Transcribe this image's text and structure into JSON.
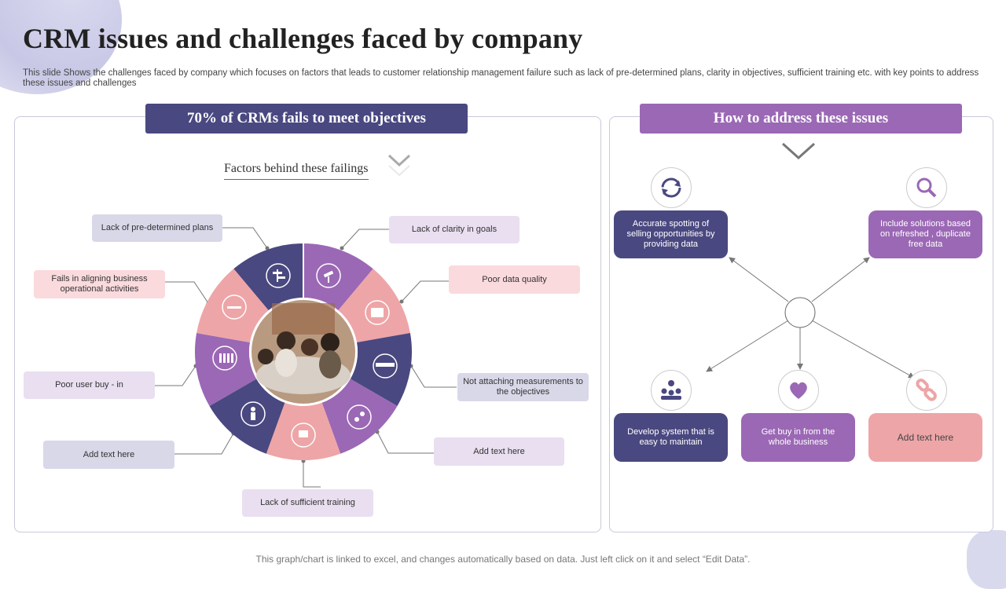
{
  "title": "CRM issues and challenges faced by company",
  "subtitle": "This slide Shows the challenges faced by company which focuses on factors that leads to customer relationship management failure such as lack of pre-determined plans, clarity in objectives, sufficient training etc. with key points to address these issues and challenges",
  "left_panel": {
    "banner": "70% of CRMs fails to meet objectives",
    "factors_heading": "Factors behind these failings",
    "labels": {
      "predetermined": "Lack of pre-determined plans",
      "clarity": "Lack of clarity in goals",
      "aligning": "Fails in aligning business operational activities",
      "data_quality": "Poor data quality",
      "user_buy": "Poor user buy - in",
      "measurements": "Not attaching measurements to the objectives",
      "add_left": "Add text here",
      "add_right": "Add text here",
      "training": "Lack of sufficient training"
    }
  },
  "right_panel": {
    "banner": "How to address these issues",
    "boxes": {
      "accurate": "Accurate spotting of selling opportunities by providing data",
      "solutions": "Include solutions based on refreshed , duplicate free data",
      "develop": "Develop system that is easy to maintain",
      "buyin": "Get buy in from the whole business",
      "add": "Add text here"
    }
  },
  "footer": "This graph/chart is linked to excel, and changes automatically based on data. Just left click on it and select “Edit Data”.",
  "colors": {
    "navy": "#4a4880",
    "purple": "#9b68b5",
    "pink": "#eea5a7",
    "lavender": "#e9dff0",
    "pale_pink": "#fadadd",
    "pale_blue": "#d9d8e9"
  },
  "icons": [
    "signpost-icon",
    "telescope-icon",
    "folder-icon",
    "ruler-icon",
    "scissors-icon",
    "presentation-icon",
    "team-icon",
    "people-group-icon",
    "cap-icon",
    "refresh-icon",
    "magnifier-icon",
    "network-icon",
    "heart-icon",
    "link-icon"
  ]
}
